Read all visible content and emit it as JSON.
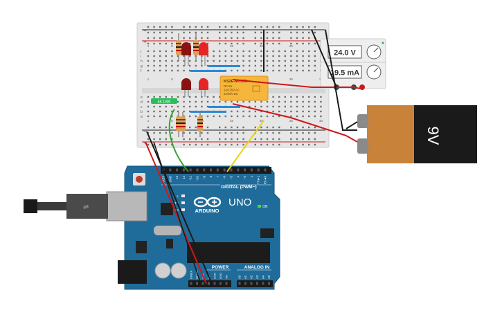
{
  "colors": {
    "breadboard": "#e6e6e6",
    "arduino_board": "#1f6c9b",
    "battery_body": "#1a1a1a",
    "battery_label": "#c98239",
    "relay": "#f6b63b",
    "wire_red": "#d01717",
    "wire_black": "#1a1a1a",
    "wire_green": "#2ea52e",
    "wire_yellow": "#e8d416",
    "wire_blue": "#2b8ad3",
    "led_red": "#e52424",
    "led_dark": "#8a1212",
    "resistor": "#d9a15a"
  },
  "breadboard": {
    "row_letters_top": [
      "j",
      "i",
      "h",
      "g",
      "f"
    ],
    "row_letters_bottom": [
      "e",
      "d",
      "c",
      "b",
      "a"
    ],
    "column_numbers": [
      "1",
      "5",
      "10",
      "15",
      "20",
      "25",
      "30"
    ],
    "rail_plus": "+",
    "rail_minus": "−"
  },
  "relay": {
    "model": "KS2E-M-DC5",
    "line1": "DC 5V",
    "line2": "1A/125V AC",
    "line3": "2A/30V DC"
  },
  "green_component_label": "5K 1000",
  "multimeters": [
    {
      "reading": "24.0 V"
    },
    {
      "reading": "19.5 mA"
    }
  ],
  "battery": {
    "label": "9V"
  },
  "arduino": {
    "brand": "ARDUINO",
    "model": "UNO",
    "digital_header_label": "DIGITAL (PWM~)",
    "power_label": "POWER",
    "analog_label": "ANALOG IN",
    "on_label": "ON",
    "led_labels": [
      "L",
      "TX",
      "RX"
    ],
    "digital_pins": [
      "AREF",
      "GND",
      "13",
      "12",
      "~11",
      "~10",
      "~9",
      "8",
      "7",
      "~6",
      "~5",
      "4",
      "~3",
      "2",
      "TX►1",
      "RX◄0"
    ],
    "power_pins": [
      "IOREF",
      "RESET",
      "3.3V",
      "5V",
      "GND",
      "GND",
      "Vin"
    ],
    "analog_pins": [
      "A0",
      "A1",
      "A2",
      "A3",
      "A4",
      "A5"
    ]
  }
}
